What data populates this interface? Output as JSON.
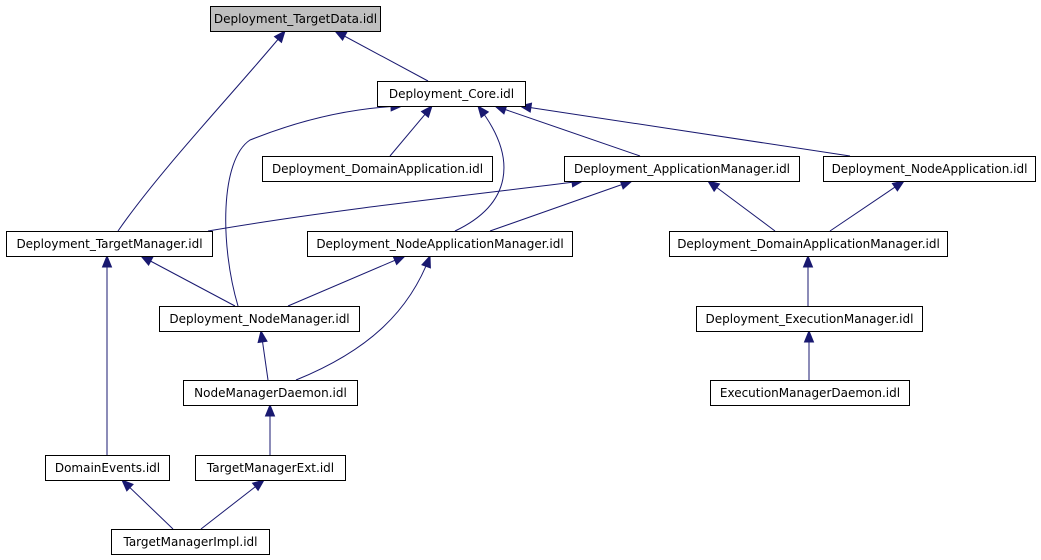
{
  "nodes": [
    {
      "id": "targetdata",
      "label": "Deployment_TargetData.idl",
      "highlighted": true
    },
    {
      "id": "core",
      "label": "Deployment_Core.idl"
    },
    {
      "id": "domainapp",
      "label": "Deployment_DomainApplication.idl"
    },
    {
      "id": "appmgr",
      "label": "Deployment_ApplicationManager.idl"
    },
    {
      "id": "nodeapp",
      "label": "Deployment_NodeApplication.idl"
    },
    {
      "id": "targetmgr",
      "label": "Deployment_TargetManager.idl"
    },
    {
      "id": "nodeappmgr",
      "label": "Deployment_NodeApplicationManager.idl"
    },
    {
      "id": "domainappmgr",
      "label": "Deployment_DomainApplicationManager.idl"
    },
    {
      "id": "nodemgr",
      "label": "Deployment_NodeManager.idl"
    },
    {
      "id": "execmgr",
      "label": "Deployment_ExecutionManager.idl"
    },
    {
      "id": "nodemgrdaemon",
      "label": "NodeManagerDaemon.idl"
    },
    {
      "id": "execmgrdaemon",
      "label": "ExecutionManagerDaemon.idl"
    },
    {
      "id": "domainevents",
      "label": "DomainEvents.idl"
    },
    {
      "id": "targetmgrext",
      "label": "TargetManagerExt.idl"
    },
    {
      "id": "targetmgrimpl",
      "label": "TargetManagerImpl.idl"
    }
  ],
  "edges": [
    {
      "from": "core",
      "to": "targetdata"
    },
    {
      "from": "targetmgr",
      "to": "targetdata"
    },
    {
      "from": "domainapp",
      "to": "core"
    },
    {
      "from": "appmgr",
      "to": "core"
    },
    {
      "from": "nodeapp",
      "to": "core"
    },
    {
      "from": "nodemgr",
      "to": "core"
    },
    {
      "from": "nodeappmgr",
      "to": "core"
    },
    {
      "from": "targetmgr",
      "to": "appmgr"
    },
    {
      "from": "nodeappmgr",
      "to": "appmgr"
    },
    {
      "from": "domainappmgr",
      "to": "appmgr"
    },
    {
      "from": "domainappmgr",
      "to": "nodeapp"
    },
    {
      "from": "nodemgr",
      "to": "targetmgr"
    },
    {
      "from": "domainevents",
      "to": "targetmgr"
    },
    {
      "from": "nodemgr",
      "to": "nodeappmgr"
    },
    {
      "from": "nodemgrdaemon",
      "to": "nodeappmgr"
    },
    {
      "from": "nodemgrdaemon",
      "to": "nodemgr"
    },
    {
      "from": "execmgr",
      "to": "domainappmgr"
    },
    {
      "from": "execmgrdaemon",
      "to": "execmgr"
    },
    {
      "from": "targetmgrext",
      "to": "nodemgrdaemon"
    },
    {
      "from": "targetmgrimpl",
      "to": "domainevents"
    },
    {
      "from": "targetmgrimpl",
      "to": "targetmgrext"
    }
  ],
  "colors": {
    "edge": "#191970",
    "highlighted_fill": "#bfbfbf",
    "box_fill": "#ffffff",
    "box_stroke": "#000000"
  }
}
